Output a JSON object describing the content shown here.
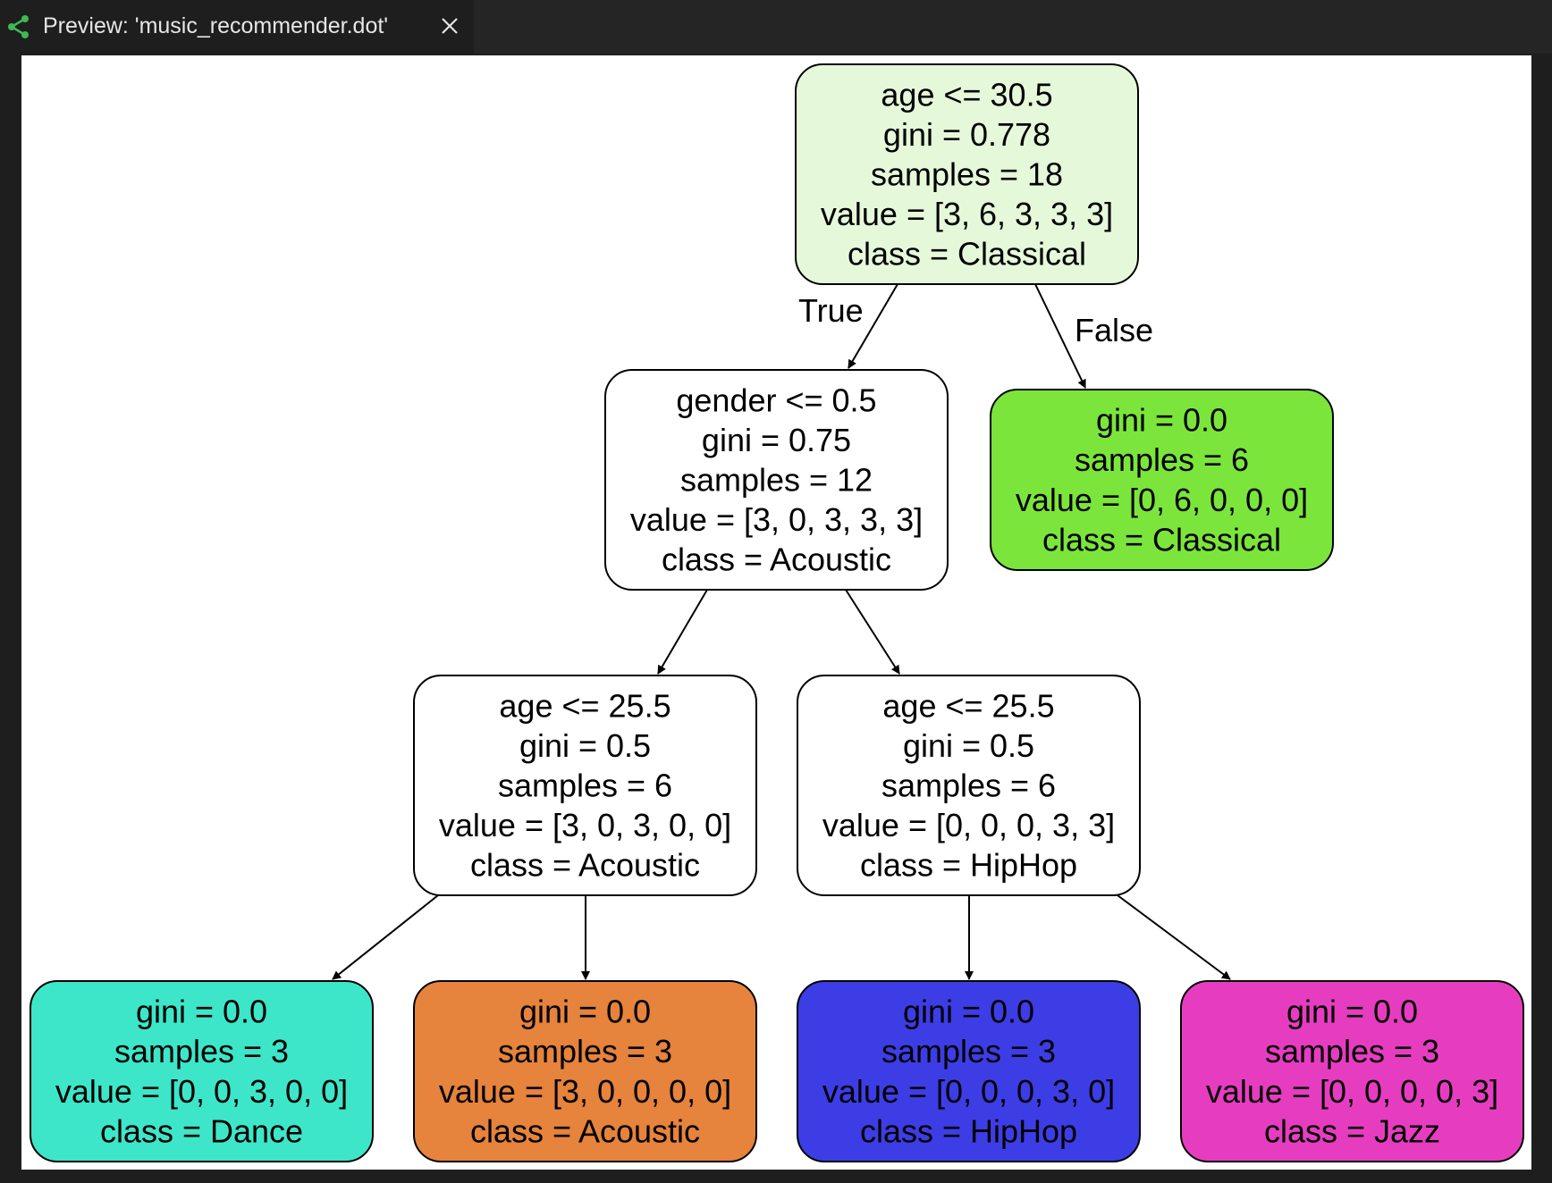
{
  "tab": {
    "title": "Preview: 'music_recommender.dot'",
    "icon": "graph-preview-icon",
    "close_icon": "close-icon",
    "icon_color": "#3fb950"
  },
  "tree": {
    "nodes": [
      {
        "id": "n0",
        "lines": [
          "age <= 30.5",
          "gini = 0.778",
          "samples = 18",
          "value = [3, 6, 3, 3, 3]",
          "class = Classical"
        ],
        "fill": "#e5f9da"
      },
      {
        "id": "n1",
        "lines": [
          "gender <= 0.5",
          "gini = 0.75",
          "samples = 12",
          "value = [3, 0, 3, 3, 3]",
          "class = Acoustic"
        ],
        "fill": "#ffffff"
      },
      {
        "id": "n2",
        "lines": [
          "gini = 0.0",
          "samples = 6",
          "value = [0, 6, 0, 0, 0]",
          "class = Classical"
        ],
        "fill": "#7be53c"
      },
      {
        "id": "n3",
        "lines": [
          "age <= 25.5",
          "gini = 0.5",
          "samples = 6",
          "value = [3, 0, 3, 0, 0]",
          "class = Acoustic"
        ],
        "fill": "#ffffff"
      },
      {
        "id": "n4",
        "lines": [
          "age <= 25.5",
          "gini = 0.5",
          "samples = 6",
          "value = [0, 0, 0, 3, 3]",
          "class = HipHop"
        ],
        "fill": "#ffffff"
      },
      {
        "id": "n5",
        "lines": [
          "gini = 0.0",
          "samples = 3",
          "value = [0, 0, 3, 0, 0]",
          "class = Dance"
        ],
        "fill": "#3de6c9"
      },
      {
        "id": "n6",
        "lines": [
          "gini = 0.0",
          "samples = 3",
          "value = [3, 0, 0, 0, 0]",
          "class = Acoustic"
        ],
        "fill": "#e6833c"
      },
      {
        "id": "n7",
        "lines": [
          "gini = 0.0",
          "samples = 3",
          "value = [0, 0, 0, 3, 0]",
          "class = HipHop"
        ],
        "fill": "#3d3de6"
      },
      {
        "id": "n8",
        "lines": [
          "gini = 0.0",
          "samples = 3",
          "value = [0, 0, 0, 0, 3]",
          "class = Jazz"
        ],
        "fill": "#e63dc0"
      }
    ],
    "edges": [
      {
        "from": "n0",
        "to": "n1",
        "label": "True"
      },
      {
        "from": "n0",
        "to": "n2",
        "label": "False"
      },
      {
        "from": "n1",
        "to": "n3",
        "label": ""
      },
      {
        "from": "n1",
        "to": "n4",
        "label": ""
      },
      {
        "from": "n3",
        "to": "n5",
        "label": ""
      },
      {
        "from": "n3",
        "to": "n6",
        "label": ""
      },
      {
        "from": "n4",
        "to": "n7",
        "label": ""
      },
      {
        "from": "n4",
        "to": "n8",
        "label": ""
      }
    ]
  }
}
